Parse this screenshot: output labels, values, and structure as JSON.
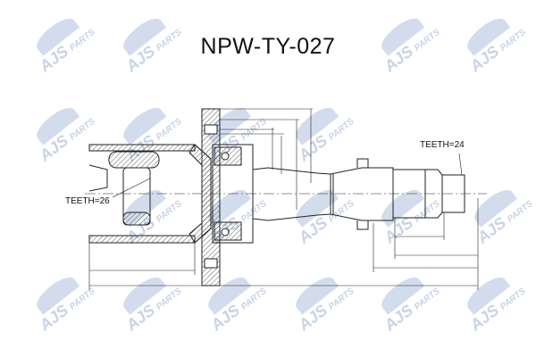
{
  "header": {
    "part_number": "NPW-TY-027"
  },
  "watermark": {
    "text_a": "AJS",
    "text_b": "PARTS"
  },
  "labels": {
    "teeth_left": "TEETH=26",
    "teeth_right": "TEETH=24"
  },
  "colors": {
    "watermark": "#c9d3e6",
    "line": "#222222"
  }
}
